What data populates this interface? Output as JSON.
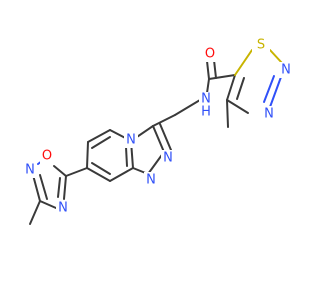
{
  "molecule": {
    "atom_labels": {
      "s_thiadiazole": "S",
      "n_thiadiazole_2": "N",
      "n_thiadiazole_3": "N",
      "o_carbonyl": "O",
      "nh_amide": "N",
      "h_amide": "H",
      "n_bridgehead": "N",
      "n_triazole_1": "N",
      "n_triazole_2": "N",
      "o_oxadiazole": "O",
      "n_oxadiazole_2": "N",
      "n_oxadiazole_4": "N"
    },
    "colors": {
      "bond": "#3a3a3a",
      "nitrogen": "#3050f8",
      "oxygen": "#ff0d0d",
      "sulfur": "#c8b400"
    }
  }
}
